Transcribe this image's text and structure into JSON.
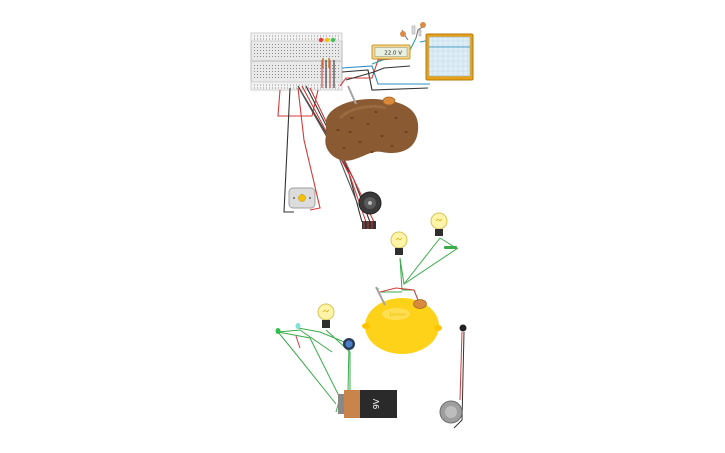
{
  "multimeter": {
    "reading": "22.0 V"
  },
  "battery": {
    "label": "9V"
  },
  "lemon": {
    "label": "Lemon"
  },
  "colors": {
    "wire_red": "#d23b3b",
    "wire_black": "#333333",
    "wire_green": "#3cab4c",
    "potato": "#8a5a32",
    "lemon": "#ffd21a",
    "bulb": "#fff4a8",
    "oscilloscope": "#e7a21a"
  }
}
